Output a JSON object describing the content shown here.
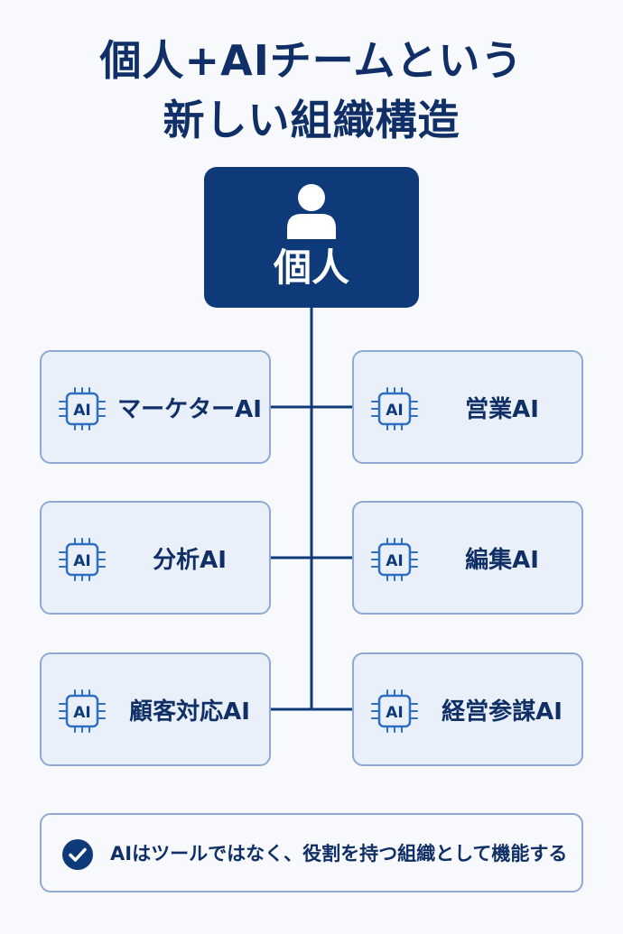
{
  "title": {
    "line1": "個人+AIチームという",
    "line2": "新しい組織構造"
  },
  "root": {
    "label": "個人",
    "icon": "person-icon"
  },
  "chip_text": "AI",
  "roles": [
    {
      "label": "マーケターAI",
      "icon": "ai-chip-icon"
    },
    {
      "label": "営業AI",
      "icon": "ai-chip-icon"
    },
    {
      "label": "分析AI",
      "icon": "ai-chip-icon"
    },
    {
      "label": "編集AI",
      "icon": "ai-chip-icon"
    },
    {
      "label": "顧客対応AI",
      "icon": "ai-chip-icon"
    },
    {
      "label": "経営参謀AI",
      "icon": "ai-chip-icon"
    }
  ],
  "note": {
    "icon": "check-circle-icon",
    "text": "AIはツールではなく、役割を持つ組織として機能する"
  },
  "colors": {
    "navy": "#0f3a7a",
    "card_bg": "#e9f0fa",
    "card_border": "#8ea9d6",
    "chip_blue": "#2f6fc2"
  }
}
